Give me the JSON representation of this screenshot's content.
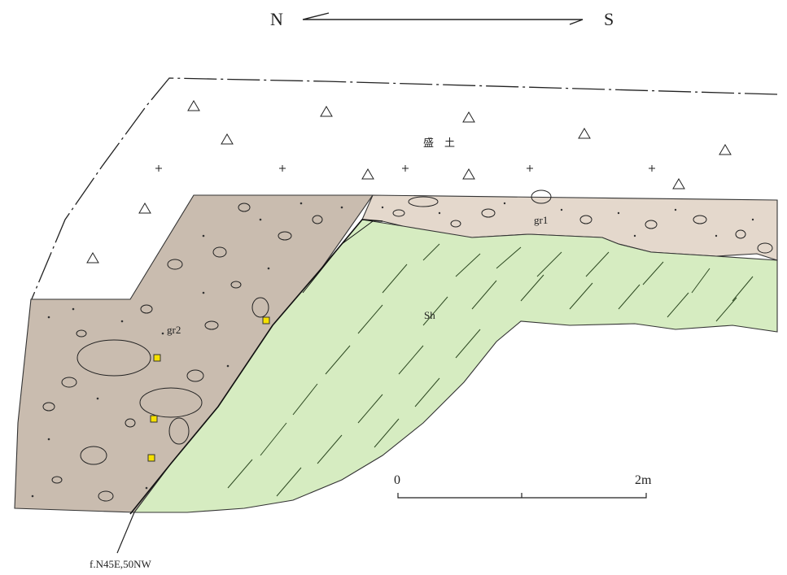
{
  "orientation": {
    "north": "N",
    "south": "S"
  },
  "units": {
    "fill": "盛　土",
    "gravel_upper": "gr1",
    "gravel_lower": "gr2",
    "shale": "Sh"
  },
  "scale_bar": {
    "start": "0",
    "end": "2m"
  },
  "fault_label": "f.N45E,50NW",
  "colors": {
    "gravel": "#c9bcaf",
    "gravel_upper": "#e4d8cc",
    "shale": "#d6ecc1",
    "marker": "#f5e000",
    "line": "#222222"
  }
}
